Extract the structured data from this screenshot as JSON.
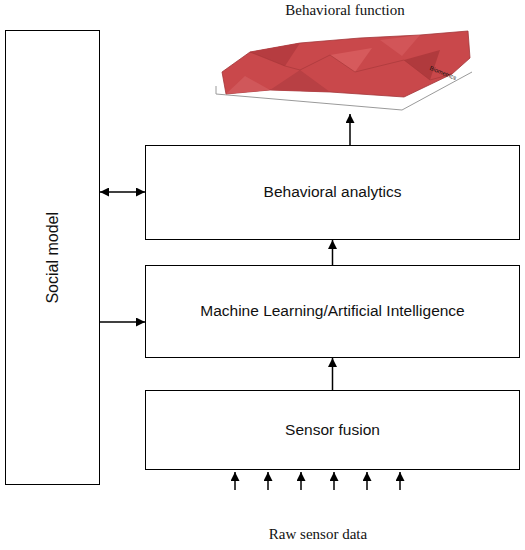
{
  "diagram": {
    "nodes": [
      {
        "text": [
          "Social model"
        ]
      },
      {
        "text": [
          "Behavioral analytics"
        ]
      },
      {
        "text": [
          "Machine Learning/Artificial Intelligence"
        ]
      },
      {
        "text": [
          "Sensor fusion"
        ]
      }
    ],
    "edges": [
      {
        "from": 0,
        "to": 1,
        "arrow": "both"
      },
      {
        "from": 0,
        "to": 2,
        "arrow": "to"
      },
      {
        "from": 3,
        "to": 2,
        "arrow": "to"
      },
      {
        "from": 2,
        "to": 1,
        "arrow": "to"
      }
    ],
    "labels": [
      "Behavioral function",
      "Biometrics",
      "Raw sensor data"
    ]
  }
}
